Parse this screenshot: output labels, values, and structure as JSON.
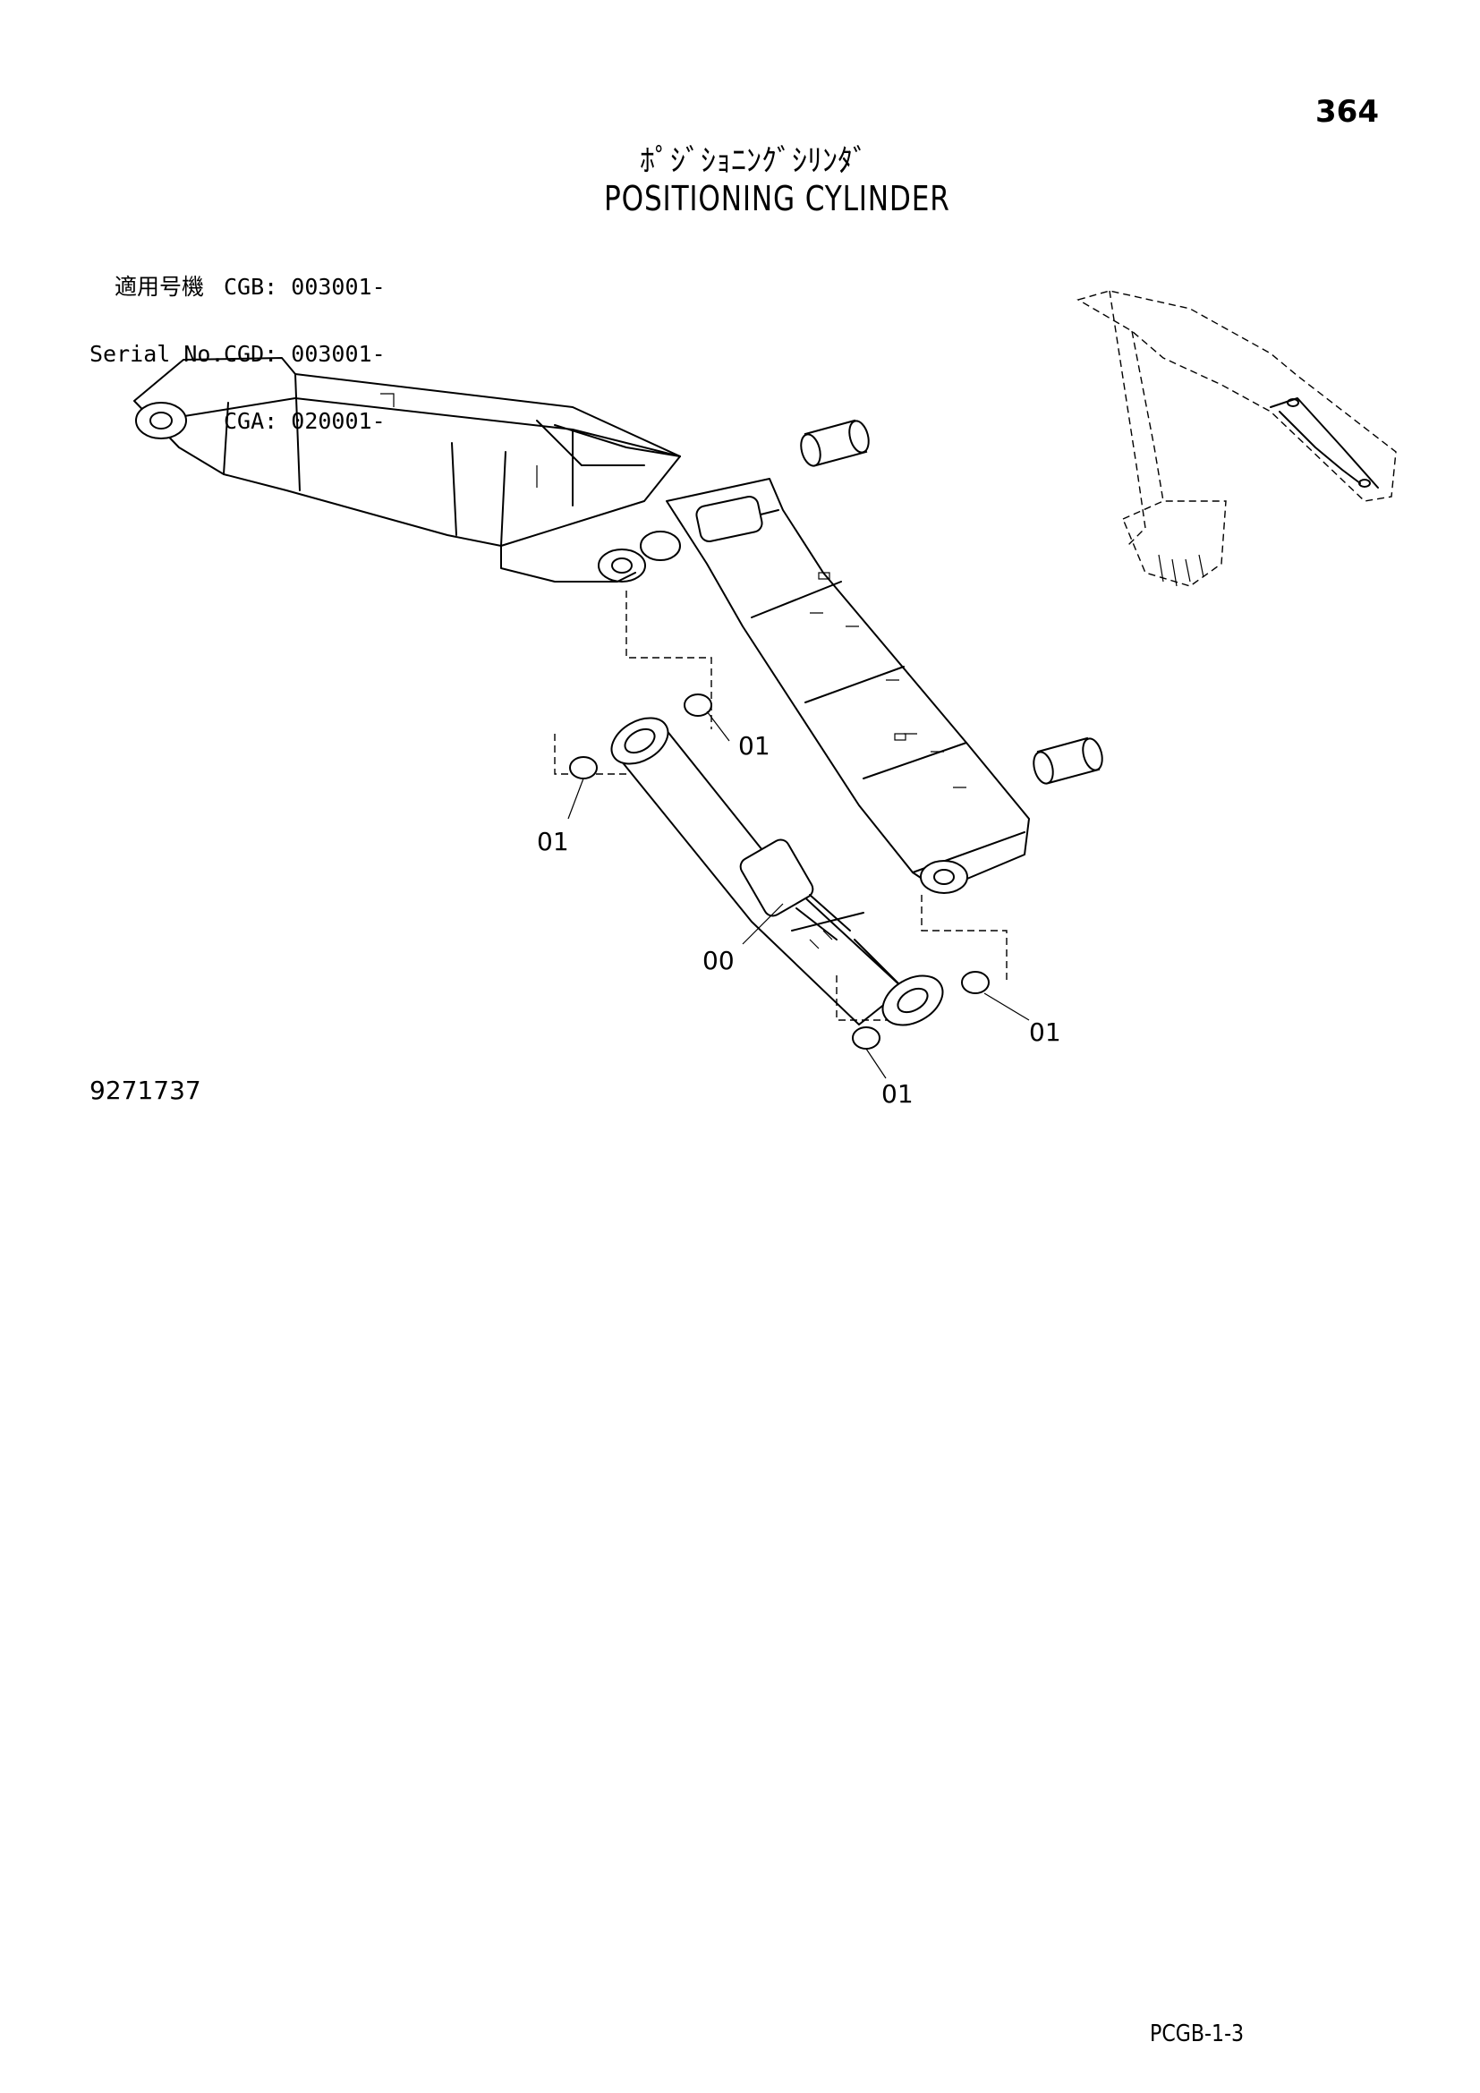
{
  "page_number": "364",
  "title_japanese": "ﾎﾟｼﾞｼｮﾆﾝｸﾞｼﾘﾝﾀﾞ",
  "title_english": "POSITIONING CYLINDER",
  "serial": {
    "label_japanese": "適用号機",
    "label_english": "Serial No.",
    "rows": [
      {
        "model": "CGB:",
        "range": "003001-"
      },
      {
        "model": "CGD:",
        "range": "003001-"
      },
      {
        "model": "CGA:",
        "range": "020001-"
      }
    ]
  },
  "callouts": [
    "01",
    "01",
    "00",
    "01",
    "01"
  ],
  "drawing_number": "9271737",
  "sheet_code": "PCGB-1-3"
}
